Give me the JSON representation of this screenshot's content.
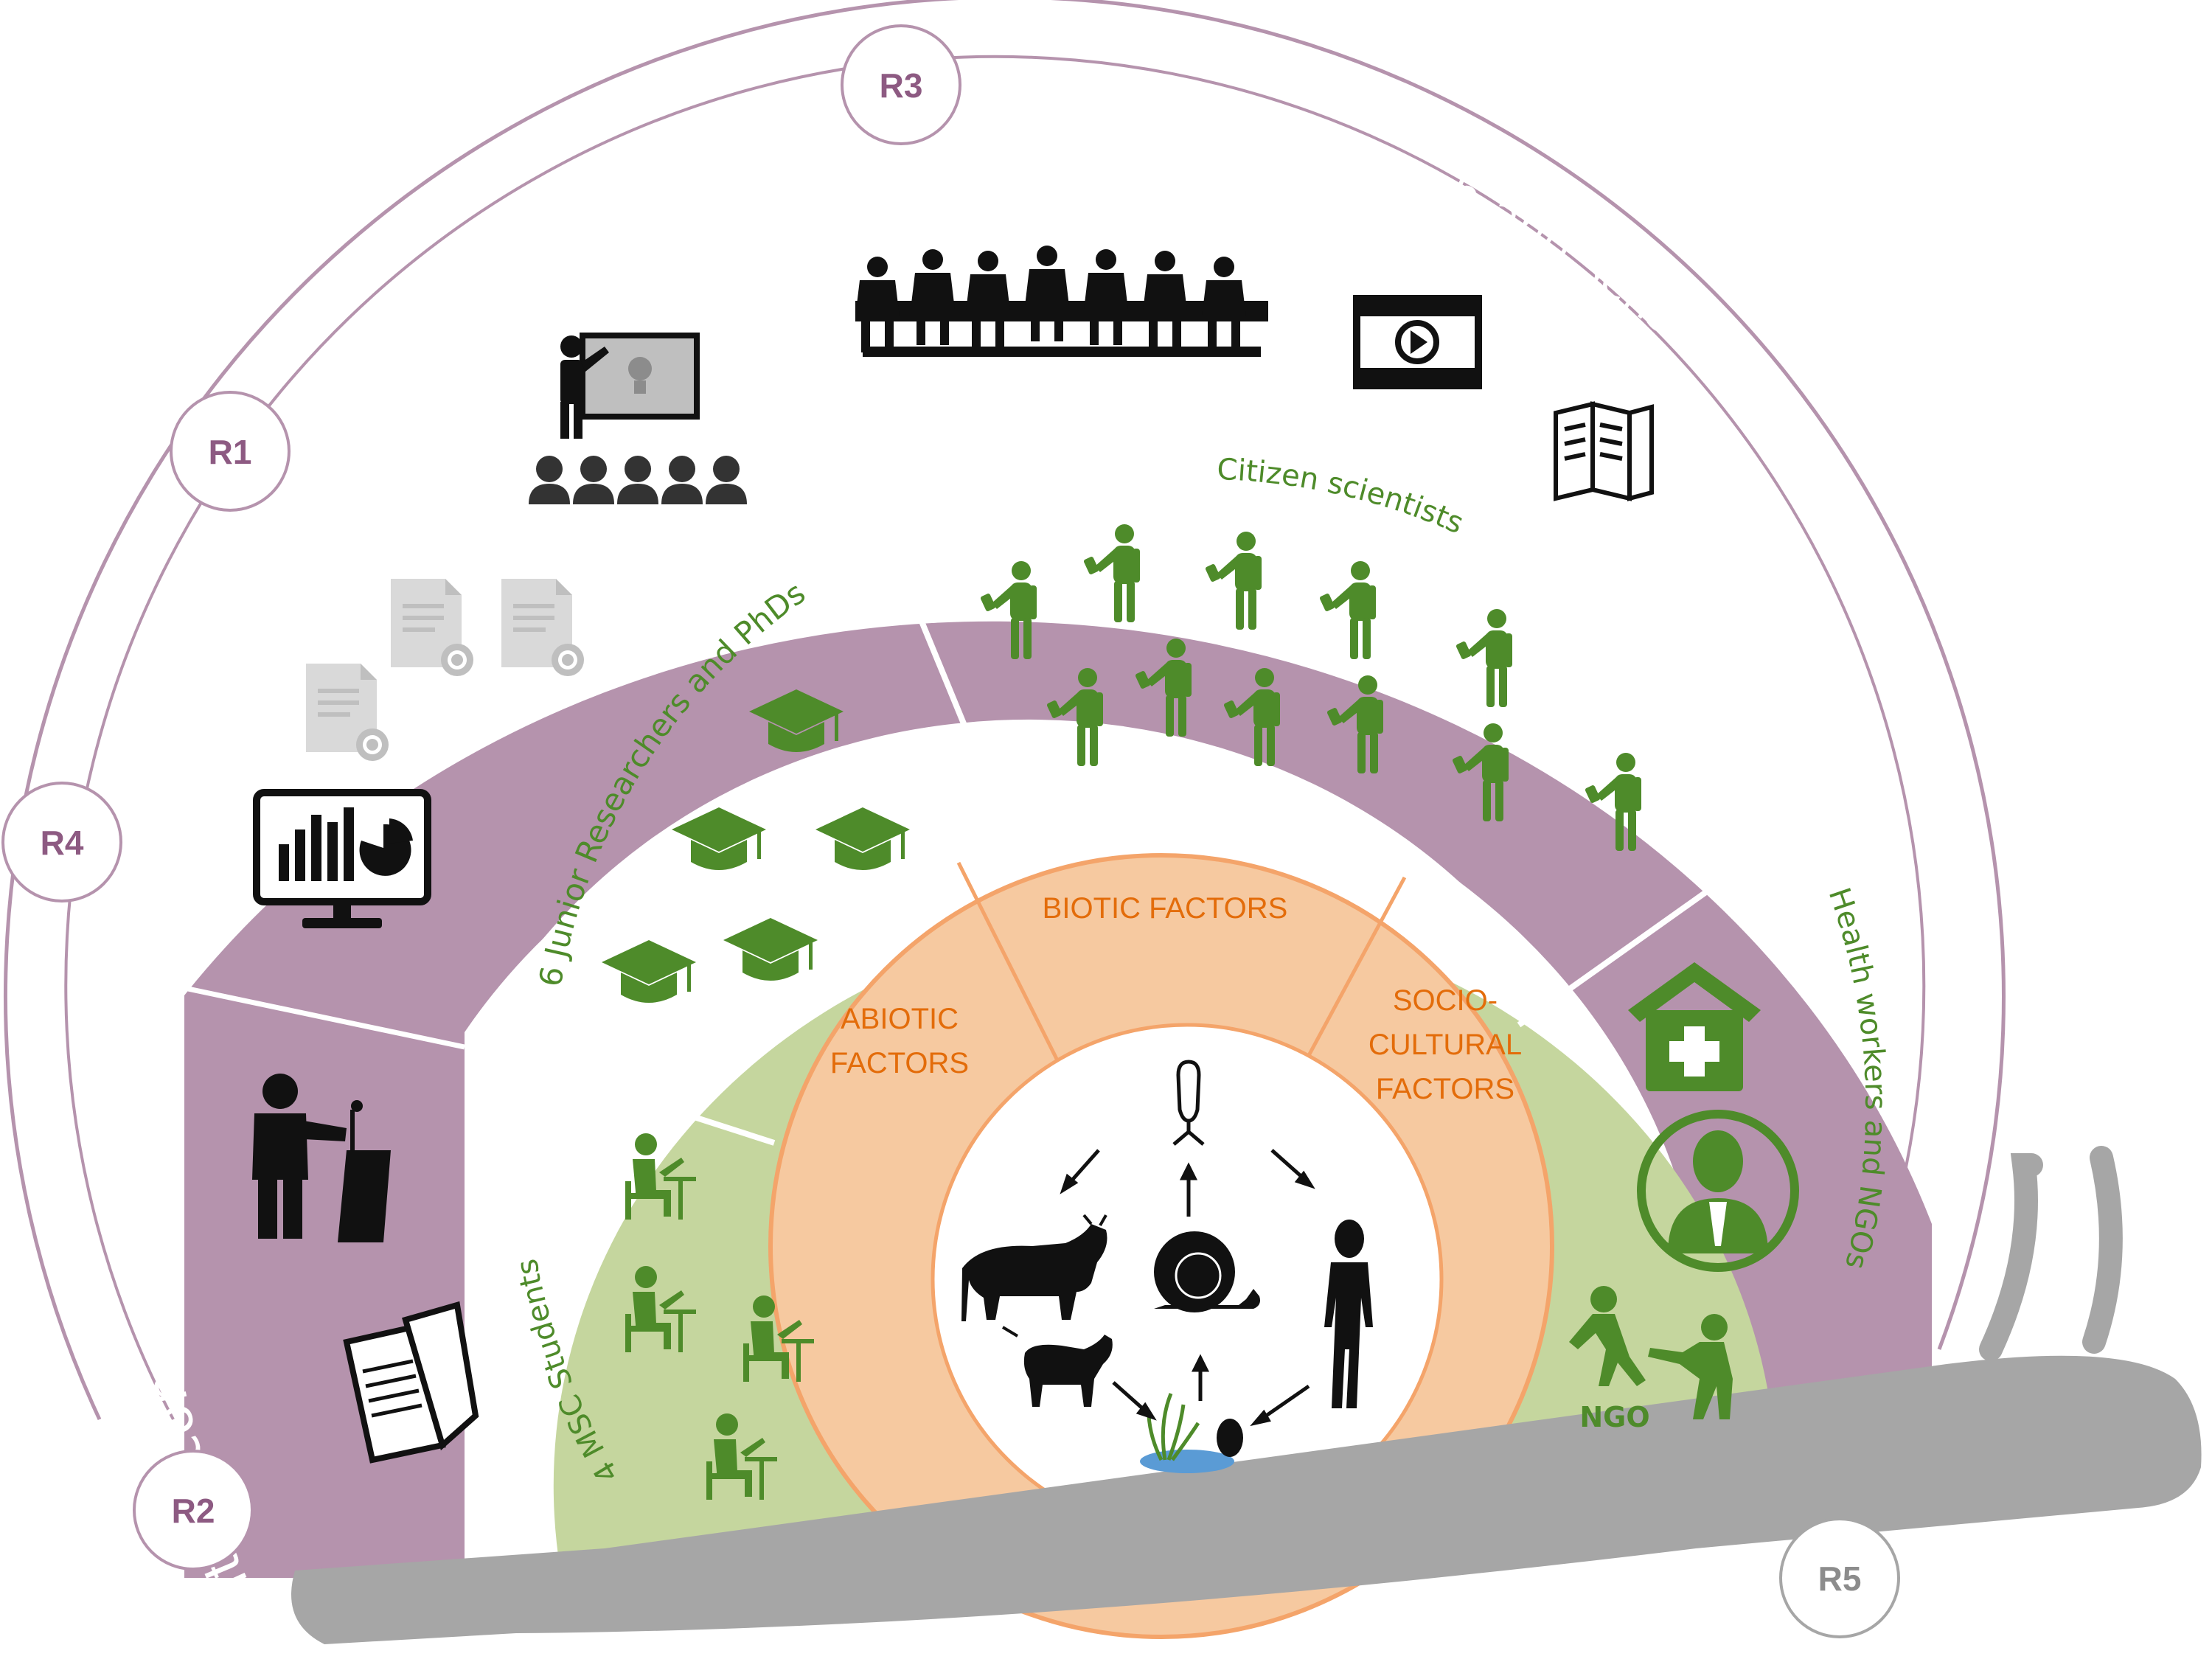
{
  "rings": {
    "outer_labels": {
      "civic": "Civic and academic capacity building",
      "community": "Community outreach and sensitization",
      "scientific": "Scientific communication"
    },
    "green_labels": {
      "citizen": "Citizen scientists",
      "junior": "6 Junior Researchers and PhDs",
      "health": "Health workers and NGOs",
      "msc": "4 MSC Students"
    },
    "factors": {
      "biotic": "BIOTIC FACTORS",
      "abiotic_1": "ABIOTIC",
      "abiotic_2": "FACTORS",
      "socio_1": "SOCIO-",
      "socio_2": "CULTURAL",
      "socio_3": "FACTORS"
    }
  },
  "badges": {
    "r1": "R1",
    "r2": "R2",
    "r3": "R3",
    "r4": "R4",
    "r5": "R5"
  },
  "ngo_label": "NGO",
  "colors": {
    "purple": "#b593ad",
    "purple_dark": "#8d5a82",
    "green_band": "#c5d69e",
    "green_icon": "#4e8b2a",
    "orange_band": "#f6c9a0",
    "orange_line": "#f4a46a",
    "orange_text": "#e36c0a",
    "snail_foot": "#a6a6a6",
    "icon_black": "#111111"
  }
}
